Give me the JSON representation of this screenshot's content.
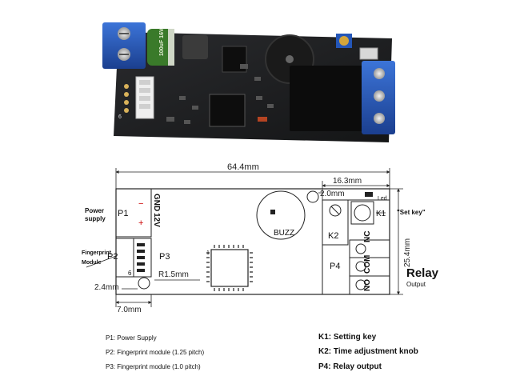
{
  "photo": {
    "capacitor_marking": "100uF 16V",
    "pin_marking": "6"
  },
  "dimensions": {
    "width": "64.4mm",
    "right_offset": "16.3mm",
    "hole_dia_top": "2.0mm",
    "height": "25.4mm",
    "hole_radius": "R1.5mm",
    "hole_offset": "2.4mm",
    "left_offset": "7.0mm"
  },
  "labels": {
    "power_supply": "Power\nsupply",
    "p1": "P1",
    "gnd": "GND",
    "v12": "12V",
    "minus": "−",
    "plus": "+",
    "fingerprint_module": "Fingerprint\nModule",
    "p2": "P2",
    "p3": "P3",
    "pin6": "6",
    "pin1": "1",
    "buzz": "BUZZ",
    "k1": "K1",
    "k2": "K2",
    "set_key": "\"Set key\"",
    "p4": "P4",
    "nc": "NC",
    "com": "COM",
    "no": "NO",
    "relay": "Relay",
    "relay_sub": "Output",
    "led": "Led"
  },
  "legend": {
    "left": [
      "P1: Power Supply",
      "P2: Fingerprint module (1.25 pitch)",
      "P3: Fingerprint module (1.0 pitch)"
    ],
    "right": [
      "K1: Setting key",
      "K2: Time adjustment knob",
      "P4: Relay output"
    ]
  },
  "colors": {
    "pcb": "#1c1d1f",
    "terminal_blue": "#2456b8",
    "relay_black": "#111111",
    "outline": "#222222"
  }
}
